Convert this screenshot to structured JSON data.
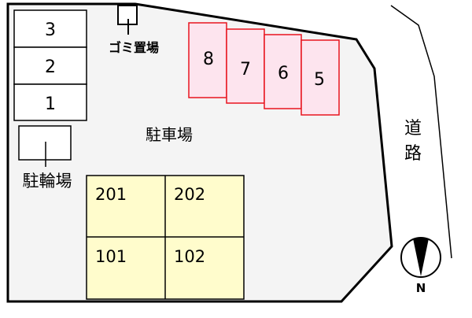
{
  "colors": {
    "lot_fill": "#f4f4f4",
    "outline": "#000000",
    "highlight_border": "#e8141e",
    "highlight_fill": "#fde4ee",
    "building_fill": "#fffccc"
  },
  "parking_left": [
    "3",
    "2",
    "1"
  ],
  "parking_highlighted": [
    "8",
    "7",
    "6",
    "5"
  ],
  "labels": {
    "garbage": "ゴミ置場",
    "parking_lot": "駐車場",
    "bicycle": "駐輪場",
    "road": [
      "道",
      "路"
    ],
    "north": "N"
  },
  "building_units": [
    "201",
    "202",
    "101",
    "102"
  ]
}
